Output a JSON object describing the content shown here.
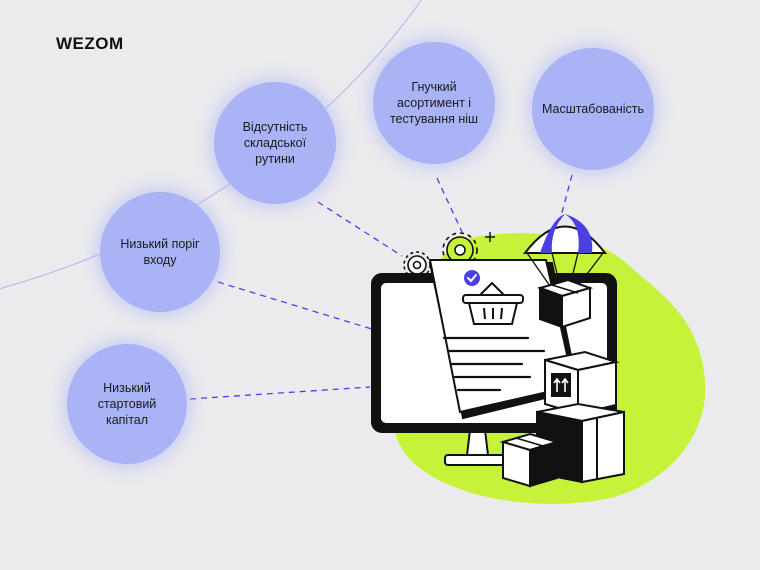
{
  "brand": {
    "logo_text": "WEZOM"
  },
  "benefits": [
    {
      "id": "low-start-capital",
      "label": "Низький стартовий капітал"
    },
    {
      "id": "low-entry",
      "label": "Низький поріг входу"
    },
    {
      "id": "no-warehouse",
      "label": "Відсутність складської рутини"
    },
    {
      "id": "flexible-assortment",
      "label": "Гнучкий асортимент і тестування ніш"
    },
    {
      "id": "scalability",
      "label": "Масштабованість"
    }
  ],
  "colors": {
    "background": "#ebebee",
    "bubble": "#a9b3f5",
    "accent_green": "#c6f23a",
    "accent_purple": "#4a3fe0",
    "ink": "#111111"
  },
  "illustration": {
    "icons": [
      "monitor-icon",
      "document-icon",
      "shopping-basket-icon",
      "checkmark-icon",
      "gear-icon",
      "parachute-icon",
      "box-icon",
      "this-side-up-icon"
    ]
  }
}
